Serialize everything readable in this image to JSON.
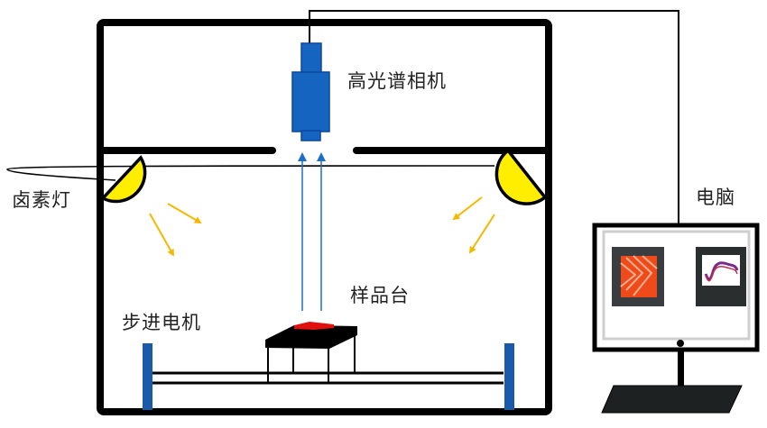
{
  "labels": {
    "camera": "高光谱相机",
    "lamp": "卤素灯",
    "computer": "电脑",
    "stage": "样品台",
    "motor": "步进电机"
  },
  "colors": {
    "frame": "#000000",
    "camera": "#1565c0",
    "camera_edge": "#0d47a1",
    "lamp_fill": "#ffee00",
    "light_ray": "#f5b800",
    "optical_path": "#1e6fc8",
    "sample": "#e01010",
    "motor_post": "#1a5aa8",
    "monitor_screen_bg": "#3a3d3f",
    "monitor_base": "#1e2122"
  },
  "screens": {
    "left": "sample-image",
    "right": "spectra-plot"
  }
}
